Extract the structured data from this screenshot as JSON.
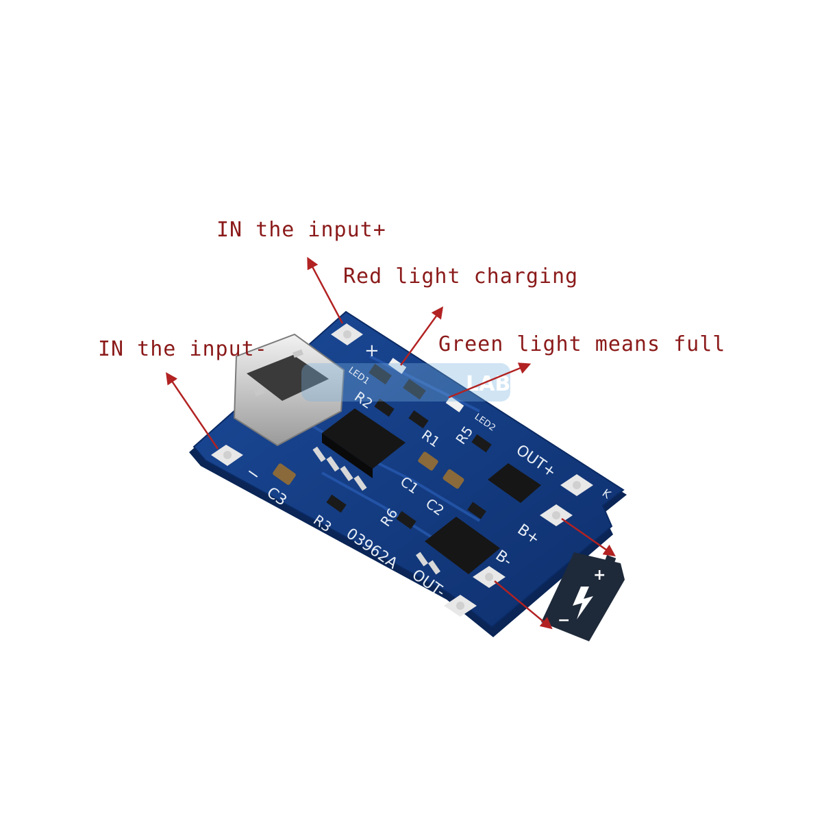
{
  "callouts": {
    "in_plus": "IN the input+",
    "red_light": "Red light charging",
    "in_minus": "IN the input-",
    "green_light": "Green light means full"
  },
  "board": {
    "labels": {
      "led1": "LED1",
      "led2": "LED2",
      "r1": "R1",
      "r2": "R2",
      "r3": "R3",
      "r5": "R5",
      "r6": "R6",
      "c1": "C1",
      "c2": "C2",
      "c3": "C3",
      "out_plus": "OUT+",
      "out_minus": "OUT-",
      "b_plus": "B+",
      "b_minus": "B-",
      "part_no": "03962A",
      "plus": "+",
      "minus": "−",
      "k": "K"
    },
    "watermark": "LAB"
  },
  "battery": {
    "plus": "+",
    "minus": "−"
  },
  "colors": {
    "pcb": "#123a80",
    "arrow": "#b22222",
    "callout_text": "#8b1a1a",
    "battery_body": "#1e2a3a"
  }
}
